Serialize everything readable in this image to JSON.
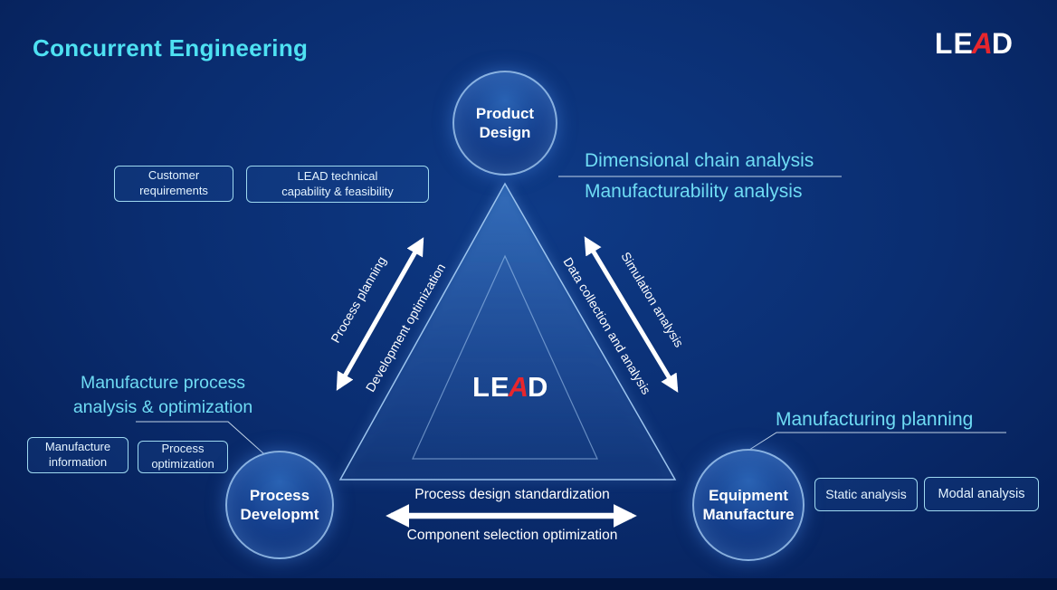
{
  "title": "Concurrent Engineering",
  "logo": {
    "part1": "LE",
    "part2": "A",
    "part3": "D"
  },
  "nodes": {
    "product_design": {
      "line1": "Product",
      "line2": "Design"
    },
    "process_development": {
      "line1": "Process",
      "line2": "Developmt"
    },
    "equipment_manufacture": {
      "line1": "Equipment",
      "line2": "Manufacture"
    }
  },
  "annotations": {
    "dimensional_chain": "Dimensional chain analysis",
    "manufacturability": "Manufacturability analysis",
    "manufacture_process_line1": "Manufacture process",
    "manufacture_process_line2": "analysis & optimization",
    "manufacturing_planning": "Manufacturing planning"
  },
  "edge_labels": {
    "process_planning": "Process planning",
    "development_optimization": "Development optimization",
    "simulation_analysis": "Simulation analysis",
    "data_collection": "Data collection and analysis",
    "process_design_standardization": "Process design standardization",
    "component_selection": "Component selection optimization"
  },
  "boxes": {
    "customer_requirements": {
      "line1": "Customer",
      "line2": "requirements"
    },
    "lead_technical": {
      "line1": "LEAD technical",
      "line2": "capability & feasibility"
    },
    "manufacture_information": {
      "line1": "Manufacture",
      "line2": "information"
    },
    "process_optimization": {
      "line1": "Process",
      "line2": "optimization"
    },
    "static_analysis": "Static analysis",
    "modal_analysis": "Modal analysis"
  },
  "colors": {
    "accent_cyan": "#6fdcf4",
    "logo_red": "#e8262d",
    "arrow_white": "#ffffff"
  }
}
